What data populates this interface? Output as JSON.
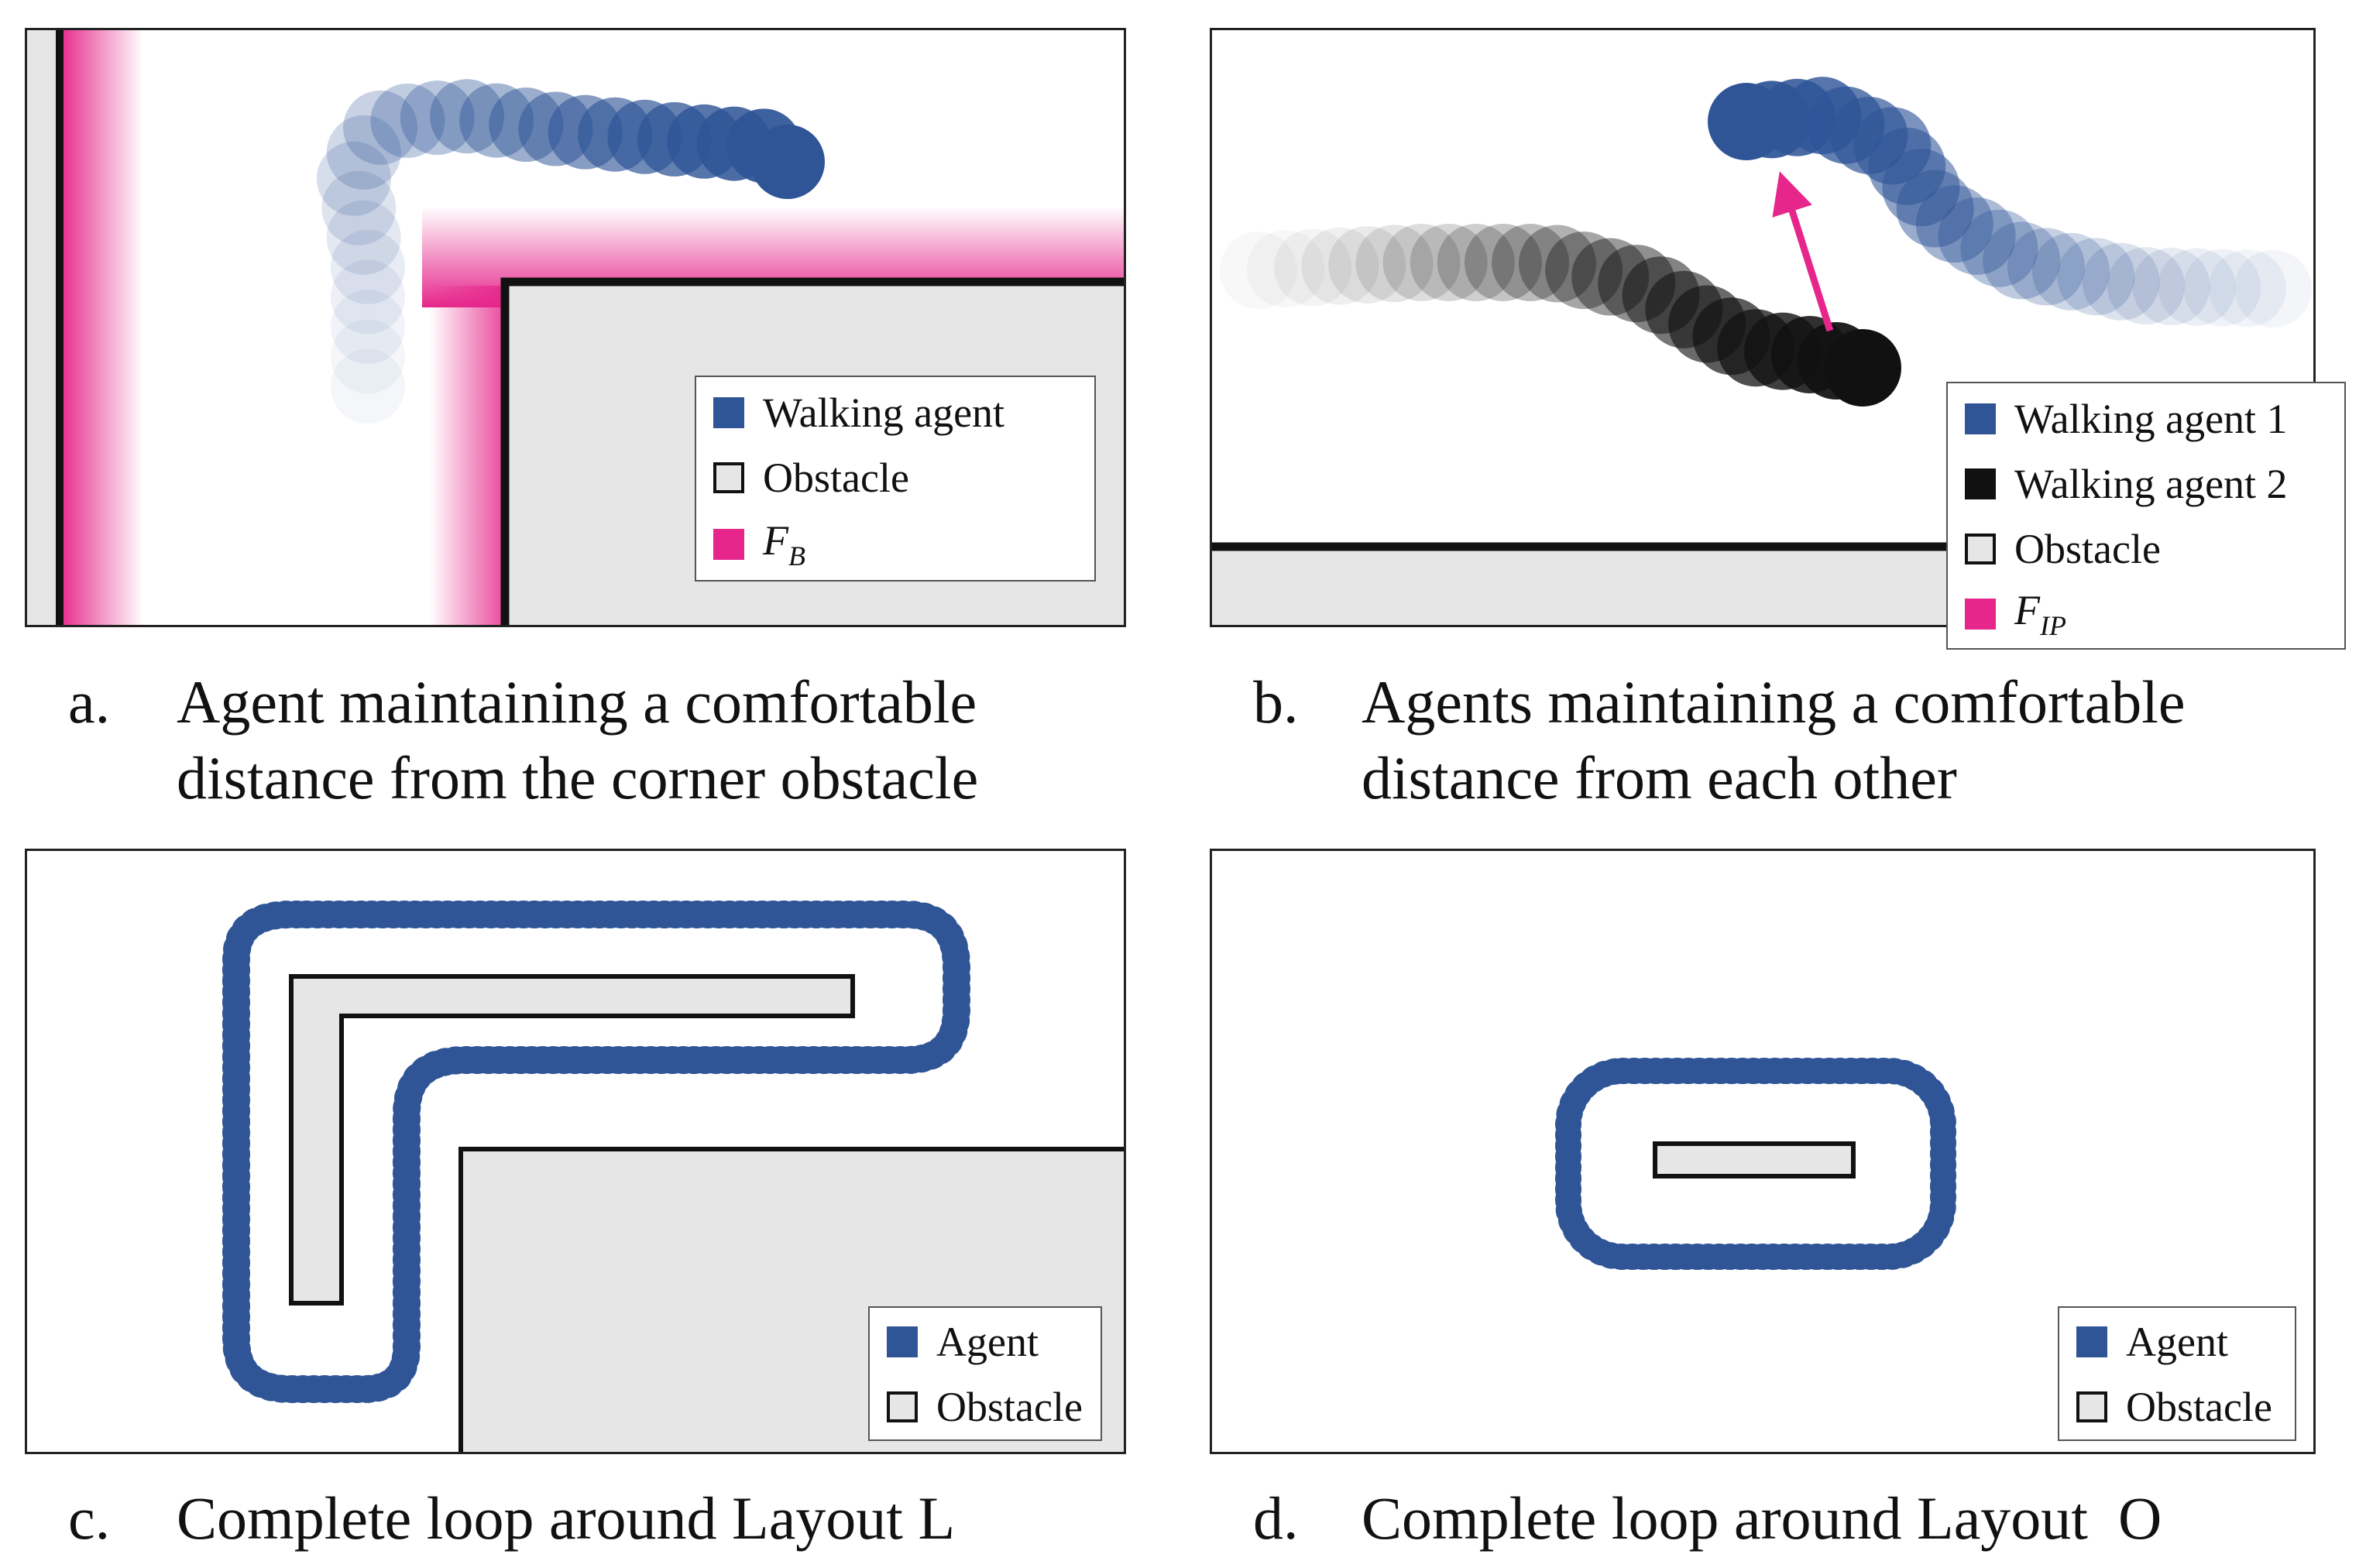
{
  "panel_a": {
    "legend": [
      {
        "label": "Walking agent",
        "swatch": "agent-blue"
      },
      {
        "label": "Obstacle",
        "swatch": "obstacle"
      },
      {
        "label_main": "F",
        "label_sub": "B",
        "swatch": "force-pink"
      }
    ],
    "caption_letter": "a.",
    "caption_line1": "Agent maintaining a comfortable",
    "caption_line2": "distance from the corner obstacle"
  },
  "panel_b": {
    "legend": [
      {
        "label": "Walking agent 1",
        "swatch": "agent-blue"
      },
      {
        "label": "Walking agent 2",
        "swatch": "agent-black"
      },
      {
        "label": "Obstacle",
        "swatch": "obstacle"
      },
      {
        "label_main": "F",
        "label_sub": "IP",
        "swatch": "force-pink"
      }
    ],
    "caption_letter": "b.",
    "caption_line1": "Agents maintaining a comfortable",
    "caption_line2": "distance from each other"
  },
  "panel_c": {
    "legend": [
      {
        "label": "Agent",
        "swatch": "agent-blue"
      },
      {
        "label": "Obstacle",
        "swatch": "obstacle"
      }
    ],
    "caption_letter": "c.",
    "caption_line1": "Complete loop around Layout L"
  },
  "panel_d": {
    "legend": [
      {
        "label": "Agent",
        "swatch": "agent-blue"
      },
      {
        "label": "Obstacle",
        "swatch": "obstacle"
      }
    ],
    "caption_letter": "d.",
    "caption_line1": "Complete loop around Layout  O"
  },
  "colors": {
    "agent_blue": "#2f5597",
    "agent_black": "#111111",
    "obstacle_fill": "#e6e6e6",
    "force_pink": "#e6268b",
    "outline": "#111111"
  }
}
